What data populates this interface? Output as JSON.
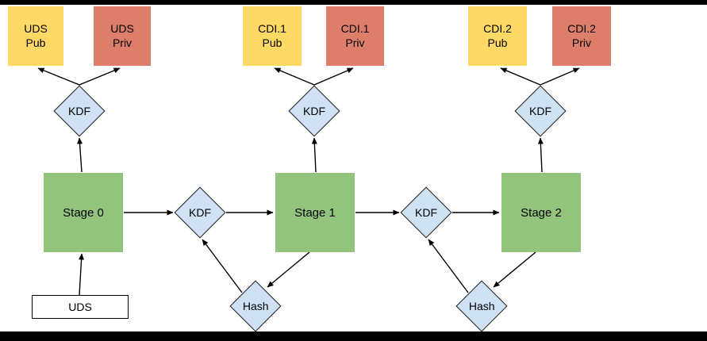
{
  "colors": {
    "page-bg": "#000000",
    "canvas-bg": "#FFFFFF",
    "pub-fill": "#FFD966",
    "priv-fill": "#DD7E6B",
    "stage-fill": "#93C47D",
    "diamond-fill": "#CFE2F3",
    "uds-fill": "#FFFFFF",
    "line": "#000000"
  },
  "key_pairs": [
    {
      "pub": "UDS\nPub",
      "priv": "UDS\nPriv",
      "kdf": "KDF"
    },
    {
      "pub": "CDI.1\nPub",
      "priv": "CDI.1\nPriv",
      "kdf": "KDF"
    },
    {
      "pub": "CDI.2\nPub",
      "priv": "CDI.2\nPriv",
      "kdf": "KDF"
    }
  ],
  "stages": [
    {
      "label": "Stage 0"
    },
    {
      "label": "Stage 1"
    },
    {
      "label": "Stage 2"
    }
  ],
  "chain_kdfs": [
    {
      "label": "KDF"
    },
    {
      "label": "KDF"
    }
  ],
  "hashes": [
    {
      "label": "Hash"
    },
    {
      "label": "Hash"
    }
  ],
  "uds": {
    "label": "UDS"
  }
}
